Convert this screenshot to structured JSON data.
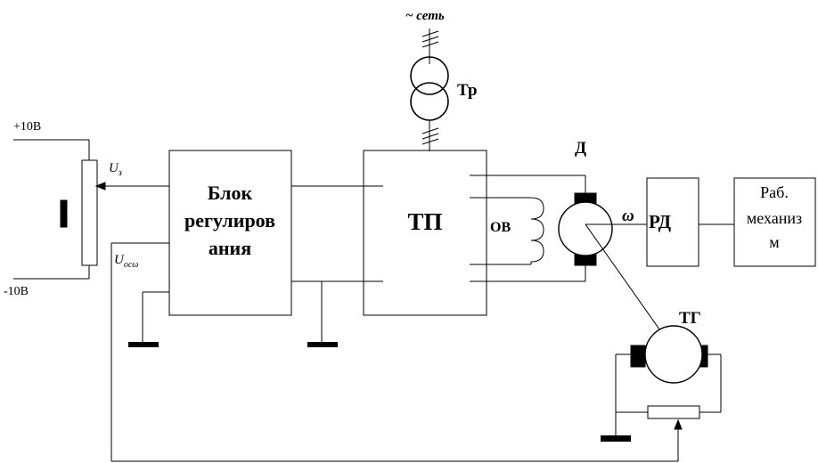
{
  "labels": {
    "network": "~ сеть",
    "transformer": "Тр",
    "plus_supply": "+10В",
    "minus_supply": "-10В",
    "setpoint_voltage": "U",
    "setpoint_sub": "з",
    "feedback_voltage": "U",
    "feedback_sub": "осω",
    "control_block_line1": "Блок",
    "control_block_line2": "регулиров",
    "control_block_line3": "ания",
    "converter": "ТП",
    "field_winding": "ОВ",
    "motor": "Д",
    "omega": "ω",
    "gearbox": "РД",
    "mechanism_line1": "Раб.",
    "mechanism_line2": "механиз",
    "mechanism_line3": "м",
    "tachogenerator": "ТГ"
  },
  "colors": {
    "line": "#000000",
    "background": "#ffffff"
  }
}
